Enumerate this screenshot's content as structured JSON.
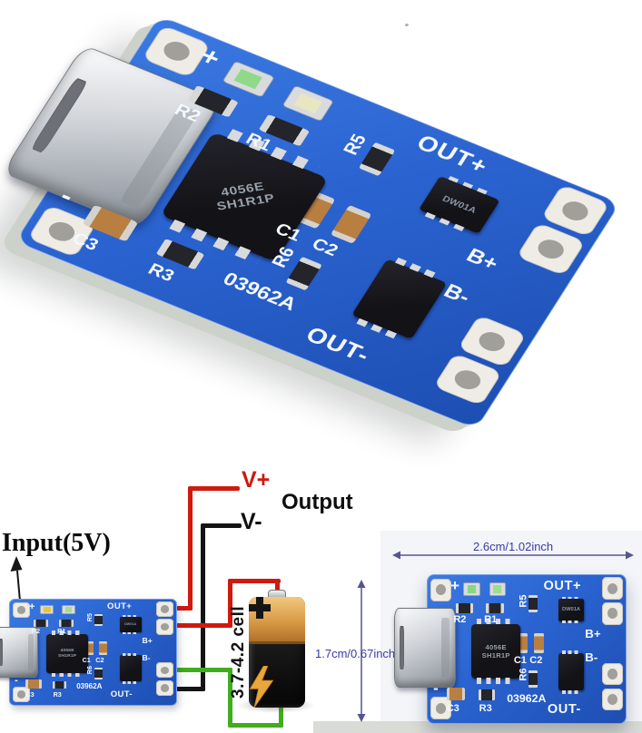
{
  "board": {
    "plus": "+",
    "minus": "-",
    "out_plus": "OUT+",
    "out_minus": "OUT-",
    "b_plus": "B+",
    "b_minus": "B-",
    "r1": "R1",
    "r2": "R2",
    "r3": "R3",
    "r5": "R5",
    "r6": "R6",
    "c1": "C1",
    "c2": "C2",
    "c3": "C3",
    "board_id": "03962A",
    "main_chip_line1": "4056E",
    "main_chip_line2": "SH1R1P",
    "protection_chip": "DW01A"
  },
  "diagram": {
    "input_label": "Input(5V)",
    "output_label": "Output",
    "v_plus": "V+",
    "v_minus": "V-",
    "battery_label": "3.7-4.2 cell",
    "width_dimension": "2.6cm/1.02inch",
    "height_dimension": "1.7cm/0.67inch"
  },
  "colors": {
    "pcb_blue": "#2a63d0",
    "wire_positive": "#cf1a0e",
    "wire_negative": "#141414",
    "wire_battery_negative": "#41ad1d",
    "dimension_text": "#3a3aa8",
    "battery_gold": "#d89a46",
    "battery_black": "#131313"
  }
}
